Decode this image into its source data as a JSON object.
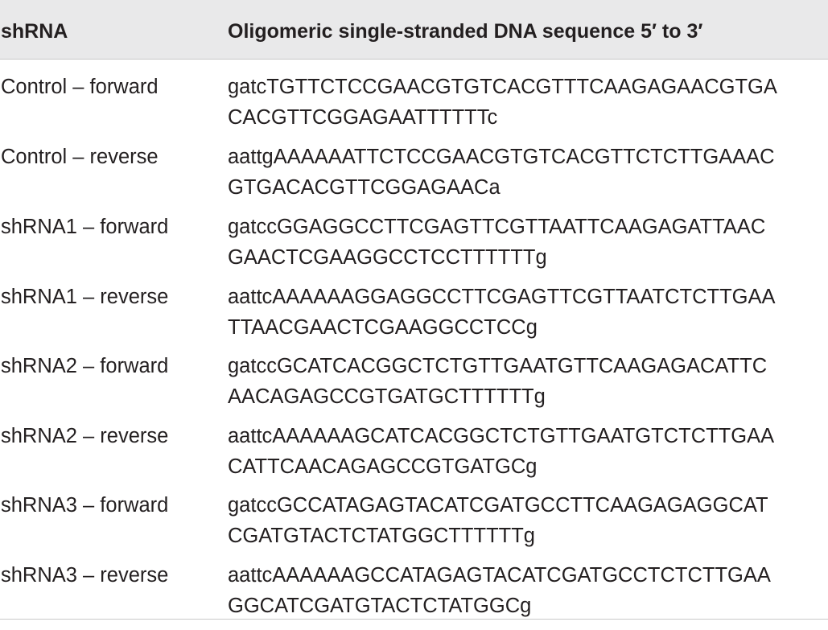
{
  "header": {
    "col1": "shRNA",
    "col2": "Oligomeric single-stranded DNA sequence 5′ to 3′"
  },
  "rows": [
    {
      "name": "Control – forward",
      "seq_line1": "gatcTGTTCTCCGAACGTGTCACGTTTCAAGAGAACGTGA",
      "seq_line2": "CACGTTCGGAGAATTTTTTc"
    },
    {
      "name": "Control – reverse",
      "seq_line1": "aattgAAAAAATTCTCCGAACGTGTCACGTTCTCTTGAAAC",
      "seq_line2": "GTGACACGTTCGGAGAACa"
    },
    {
      "name": "shRNA1 – forward",
      "seq_line1": "gatccGGAGGCCTTCGAGTTCGTTAATTCAAGAGATTAAC",
      "seq_line2": "GAACTCGAAGGCCTCCTTTTTTg"
    },
    {
      "name": "shRNA1 – reverse",
      "seq_line1": "aattcAAAAAAGGAGGCCTTCGAGTTCGTTAATCTCTTGAA",
      "seq_line2": "TTAACGAACTCGAAGGCCTCCg"
    },
    {
      "name": "shRNA2 – forward",
      "seq_line1": "gatccGCATCACGGCTCTGTTGAATGTTCAAGAGACATTC",
      "seq_line2": "AACAGAGCCGTGATGCTTTTTTg"
    },
    {
      "name": "shRNA2 – reverse",
      "seq_line1": "aattcAAAAAAGCATCACGGCTCTGTTGAATGTCTCTTGAA",
      "seq_line2": "CATTCAACAGAGCCGTGATGCg"
    },
    {
      "name": "shRNA3 – forward",
      "seq_line1": "gatccGCCATAGAGTACATCGATGCCTTCAAGAGAGGCAT",
      "seq_line2": "CGATGTACTCTATGGCTTTTTTg"
    },
    {
      "name": "shRNA3 – reverse",
      "seq_line1": "aattcAAAAAAGCCATAGAGTACATCGATGCCTCTCTTGAA",
      "seq_line2": "GGCATCGATGTACTCTATGGCg"
    }
  ]
}
